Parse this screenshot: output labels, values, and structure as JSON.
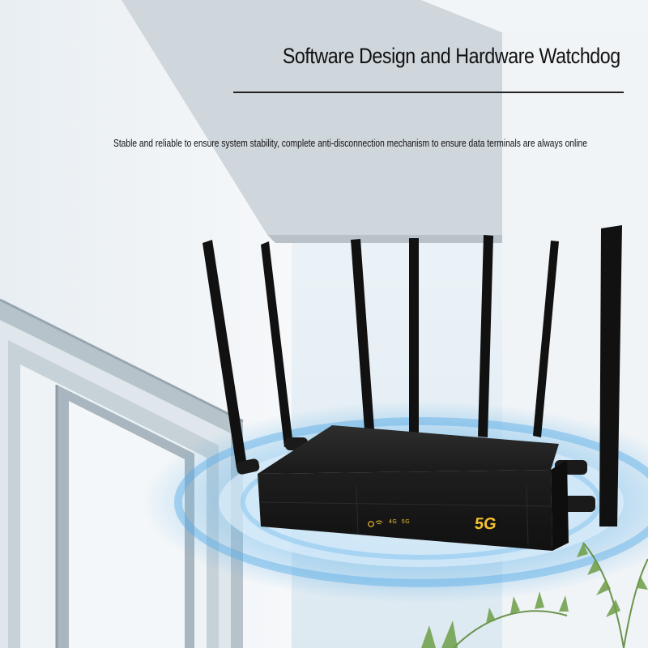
{
  "heading": {
    "title": "Software Design and Hardware Watchdog",
    "subtitle": "Stable and reliable to ensure system stability, complete anti-disconnection mechanism to ensure data terminals are always online"
  },
  "device": {
    "badge": "5G",
    "indicator_labels": [
      "4G",
      "5G"
    ],
    "antenna_count": 7
  },
  "colors": {
    "signal_ring": "#4fa9e6",
    "badge": "#f2c230",
    "router_body": "#1b1b1b"
  }
}
